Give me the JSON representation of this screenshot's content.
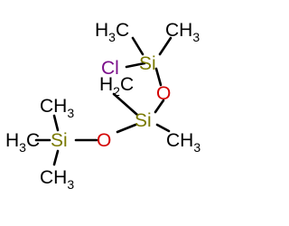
{
  "atoms": {
    "si_top": "Si",
    "si_mid": "Si",
    "si_bot": "Si",
    "o_upper": "O",
    "o_lower": "O",
    "cl": "Cl"
  },
  "groups": {
    "h3c_top": {
      "base": "H",
      "sub": "3",
      "tail": "C"
    },
    "ch3_top": {
      "base": "CH",
      "sub": "3"
    },
    "ch3_mid": {
      "base": "CH",
      "sub": "3"
    },
    "h3c_left": {
      "base": "H",
      "sub": "3",
      "tail": "C"
    },
    "ch3_bot_up": {
      "base": "CH",
      "sub": "3"
    },
    "ch3_bot_down": {
      "base": "CH",
      "sub": "3"
    },
    "h2c_link": {
      "base": "H",
      "sub": "2",
      "tail": "C"
    }
  },
  "colors": {
    "carbon": "#000000",
    "silicon": "#7a7a00",
    "oxygen": "#d40000",
    "chlorine": "#7b0f8a",
    "bond": "#000000"
  }
}
